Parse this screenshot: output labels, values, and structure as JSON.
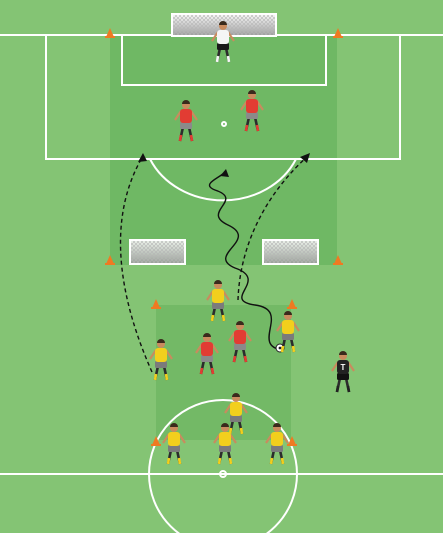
{
  "diagram": {
    "colors": {
      "grass_light": "#84c474",
      "grass_mid": "#6fb862",
      "zone_red": "#e0705a",
      "zone_green": "#5fae57",
      "line_white": "#ffffff",
      "cone_orange": "#ef7a22",
      "team_yellow_shirt": "#f2cf1d",
      "team_yellow_shorts": "#7b7b7b",
      "team_red_shirt": "#e23c33",
      "team_red_shorts": "#8a8a8a",
      "keeper_shirt": "#f5f5f5",
      "keeper_shorts": "#1a1a1a",
      "trainer_shirt": "#222222",
      "ball": "#ffffff"
    },
    "trainer_label": "T",
    "elements": {
      "big_goal": "goal-net",
      "mini_goals": [
        "mini-goal-left",
        "mini-goal-right"
      ],
      "cones": [
        "cone",
        "cone",
        "cone",
        "cone",
        "cone",
        "cone",
        "cone",
        "cone"
      ],
      "players_yellow": [
        "attacker",
        "attacker",
        "attacker",
        "attacker",
        "attacker",
        "attacker",
        "attacker"
      ],
      "players_red": [
        "defender",
        "defender",
        "defender",
        "defender"
      ],
      "keeper": "goalkeeper",
      "trainer": "coach"
    }
  }
}
